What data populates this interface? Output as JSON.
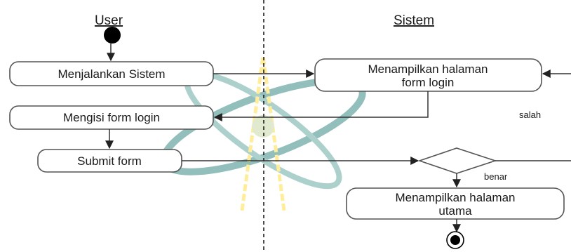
{
  "swimlanes": {
    "user": "User",
    "system": "Sistem"
  },
  "activities": {
    "run_system": "Menjalankan Sistem",
    "show_login": [
      "Menampilkan halaman",
      "form login"
    ],
    "fill_login": "Mengisi form login",
    "submit": "Submit form",
    "show_main": [
      "Menampilkan halaman",
      "utama"
    ]
  },
  "guards": {
    "wrong": "salah",
    "right": "benar"
  },
  "colors": {
    "watermark_ring": "#3a8a84",
    "watermark_lines": "#ffe04a",
    "watermark_center": "#c9d9a8"
  }
}
